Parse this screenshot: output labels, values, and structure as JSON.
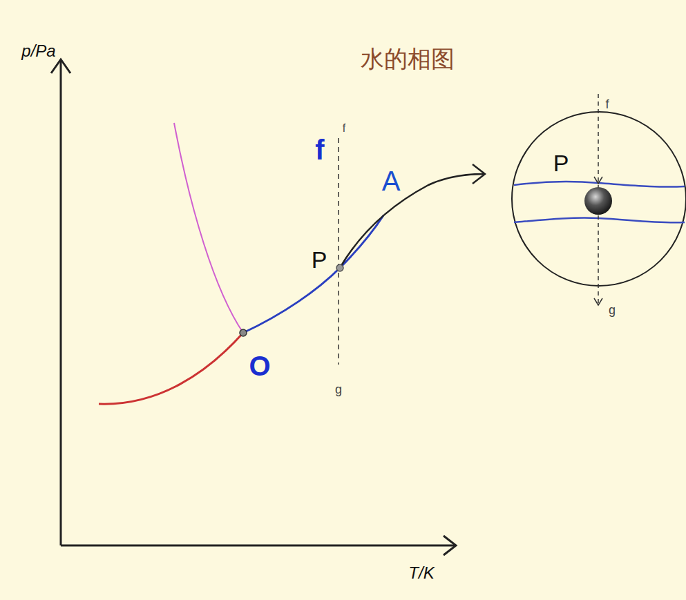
{
  "diagram": {
    "title": "水的相图",
    "labels": [
      "p/Pa",
      "f",
      "f",
      "f",
      "P",
      "A",
      "P",
      "g",
      "O",
      "g",
      "T/K"
    ]
  }
}
